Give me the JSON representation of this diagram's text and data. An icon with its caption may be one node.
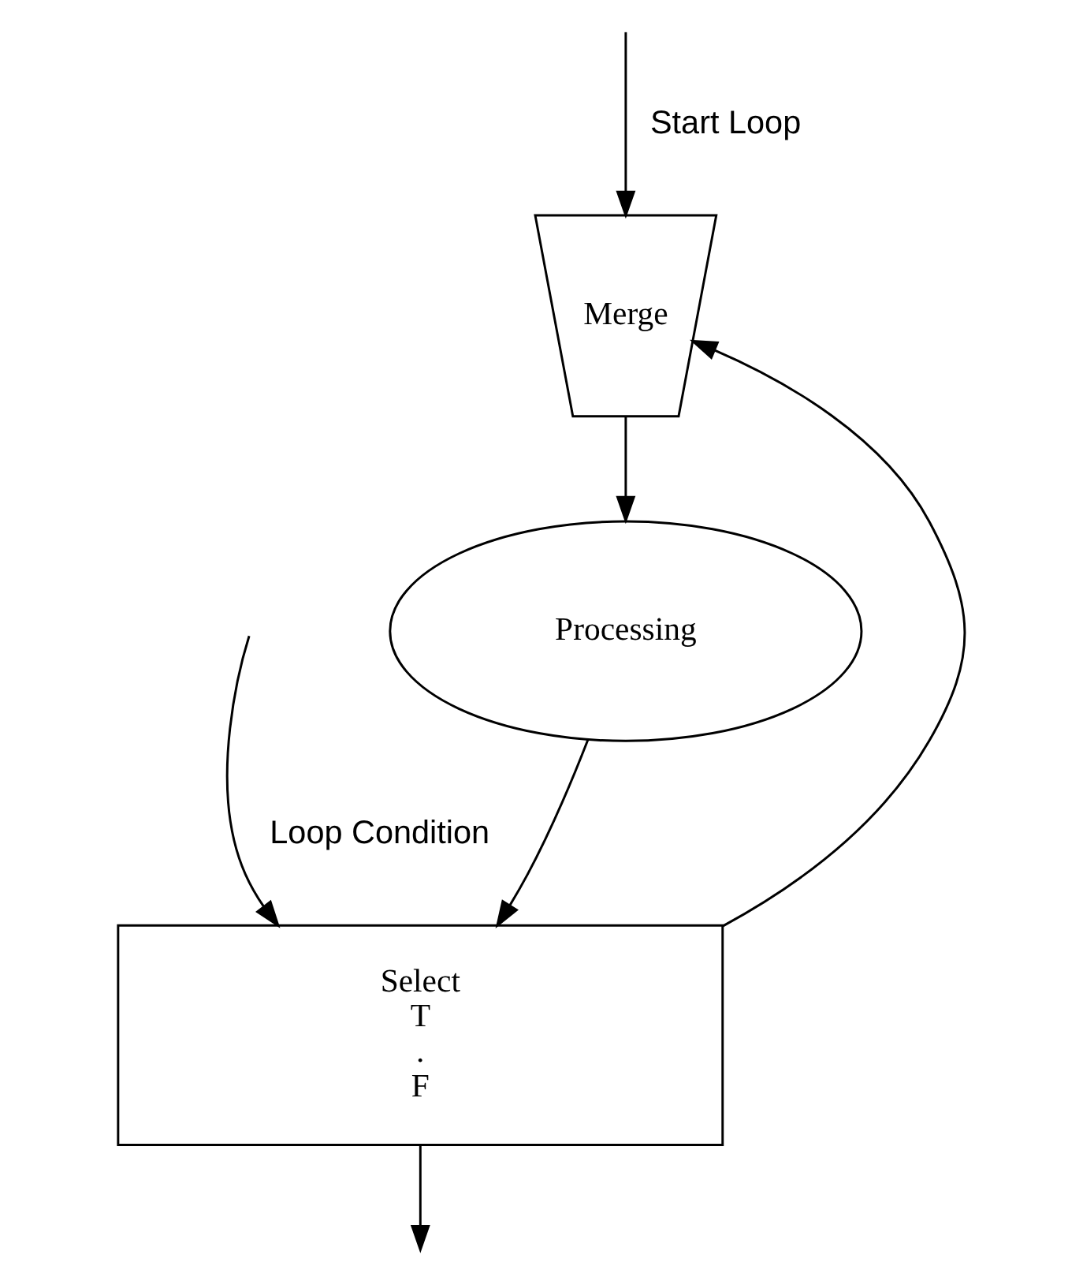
{
  "diagram": {
    "nodes": [
      {
        "text": [
          "Merge"
        ]
      },
      {
        "text": [
          "Processing"
        ]
      },
      {
        "text": [
          "Select",
          "T",
          ".",
          "F"
        ]
      }
    ],
    "edges": [
      {
        "from": 2,
        "to": 0,
        "arrow": "to"
      },
      {
        "from": null,
        "to": 0,
        "arrow": "to",
        "label": "Start Loop"
      },
      {
        "from": 0,
        "to": 1,
        "arrow": "to"
      },
      {
        "from": 1,
        "to": 2,
        "arrow": "to"
      },
      {
        "from": null,
        "to": 2,
        "arrow": "to",
        "label": "Loop Condition"
      },
      {
        "from": 2,
        "to": null,
        "arrow": "to"
      }
    ]
  }
}
